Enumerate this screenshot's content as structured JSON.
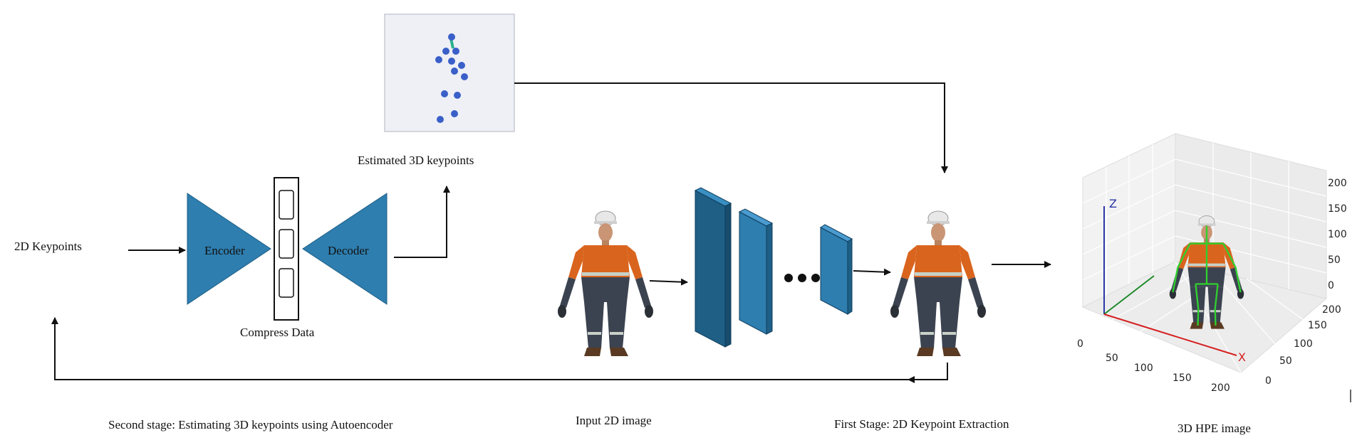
{
  "labels": {
    "keypoints_2d": "2D Keypoints",
    "encoder": "Encoder",
    "decoder": "Decoder",
    "compress": "Compress Data",
    "estimated_3d": "Estimated 3D keypoints",
    "second_stage": "Second stage: Estimating 3D keypoints using Autoencoder",
    "input_image": "Input 2D image",
    "first_stage": "First Stage: 2D Keypoint Extraction",
    "hpe_image": "3D HPE image"
  },
  "plot3d": {
    "x_axis_letter": "X",
    "z_axis_letter": "Z",
    "x_ticks": [
      "0",
      "50",
      "100",
      "150",
      "200"
    ],
    "y_ticks": [
      "0",
      "50",
      "100",
      "150",
      "200"
    ],
    "z_ticks": [
      "0",
      "50",
      "100",
      "150",
      "200"
    ]
  },
  "colors": {
    "block": "#2e7eaf",
    "block_dark": "#1f5f86",
    "block_stroke": "#0e3d5c",
    "vest": "#d9641d",
    "pants": "#3c4350",
    "skeleton": "#2fd02f",
    "keypoint": "#3a5fc8"
  }
}
